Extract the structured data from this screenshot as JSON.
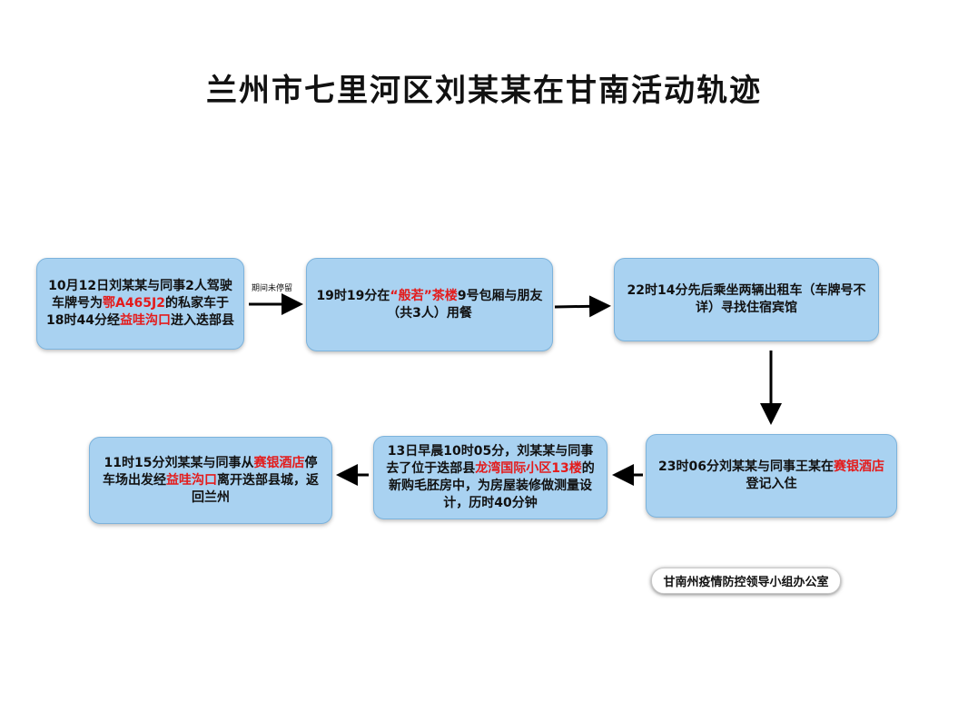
{
  "title": "兰州市七里河区刘某某在甘南活动轨迹",
  "colors": {
    "box_fill": "#a9d2f1",
    "highlight": "#e41b1b",
    "arrow": "#000000"
  },
  "arrow_note": "期间未停留",
  "steps": [
    [
      {
        "t": "10月12日刘某某与同事2人驾驶车牌号为"
      },
      {
        "t": "鄂A465J2",
        "hl": true
      },
      {
        "t": "的私家车于18时44分经"
      },
      {
        "t": "益哇沟口",
        "hl": true
      },
      {
        "t": "进入迭部县"
      }
    ],
    [
      {
        "t": "19时19分在"
      },
      {
        "t": "“般若”茶楼",
        "hl": true
      },
      {
        "t": "9号包厢与朋友（共3人）用餐"
      }
    ],
    [
      {
        "t": "22时14分先后乘坐两辆出租车（车牌号不详）寻找住宿宾馆"
      }
    ],
    [
      {
        "t": "23时06分刘某某与同事王某在"
      },
      {
        "t": "赛银酒店",
        "hl": true
      },
      {
        "t": "登记入住"
      }
    ],
    [
      {
        "t": "13日早晨10时05分，刘某某与同事去了位于迭部县"
      },
      {
        "t": "龙湾国际小区13楼",
        "hl": true
      },
      {
        "t": "的新购毛胚房中，为房屋装修做测量设计，历时40分钟"
      }
    ],
    [
      {
        "t": "11时15分刘某某与同事从"
      },
      {
        "t": "赛银酒店",
        "hl": true
      },
      {
        "t": "停车场出发经"
      },
      {
        "t": "益哇沟口",
        "hl": true
      },
      {
        "t": "离开迭部县城，返回兰州"
      }
    ]
  ],
  "footer": "甘南州疫情防控领导小组办公室"
}
